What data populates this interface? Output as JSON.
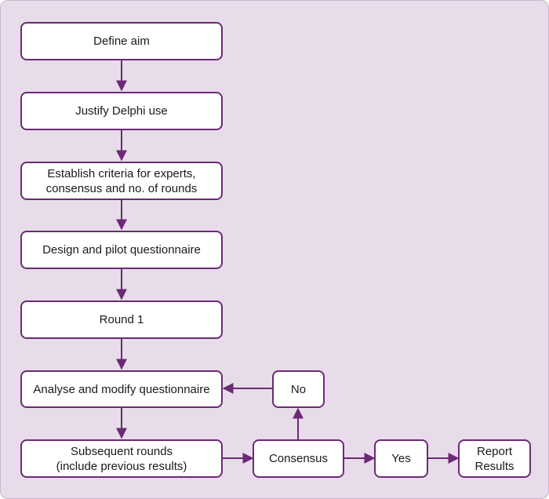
{
  "colors": {
    "background": "#e8dcea",
    "stroke": "#6b2a74",
    "box_fill": "#ffffff"
  },
  "nodes": {
    "define_aim": "Define aim",
    "justify": "Justify Delphi use",
    "criteria": "Establish criteria for experts,\nconsensus and no. of rounds",
    "design": "Design and pilot questionnaire",
    "round1": "Round 1",
    "analyse": "Analyse and modify questionnaire",
    "subsequent": "Subsequent rounds\n(include previous results)",
    "consensus": "Consensus",
    "no": "No",
    "yes": "Yes",
    "report": "Report\nResults"
  }
}
